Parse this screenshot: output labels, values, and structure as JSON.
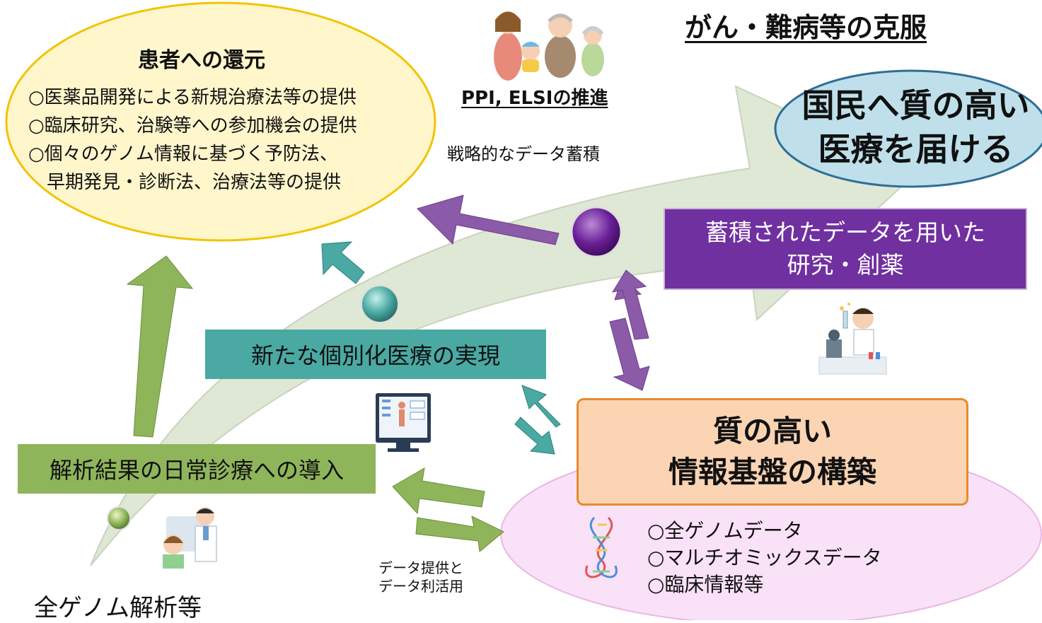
{
  "title": "がん・難病等の克服",
  "ppi_label": "PPI, ELSIの推進",
  "strategic_label": "戦略的なデータ蓄積",
  "patient": {
    "title": "患者への還元",
    "items": [
      "○医薬品開発による新規治療法等の提供",
      "○臨床研究、治験等への参加機会の提供",
      "○個々のゲノム情報に基づく予防法、",
      "　早期発見・診断法、治療法等の提供"
    ]
  },
  "nation": {
    "line1": "国民へ質の高い",
    "line2": "医療を届ける"
  },
  "research_box": {
    "line1": "蓄積されたデータを用いた",
    "line2": "研究・創薬"
  },
  "personalized_box": "新たな個別化医療の実現",
  "clinical_box": "解析結果の日常診療への導入",
  "infrastructure": {
    "line1": "質の高い",
    "line2": "情報基盤の構築",
    "items": [
      "○全ゲノムデータ",
      "○マルチオミックスデータ",
      "○臨床情報等"
    ]
  },
  "data_provision": {
    "line1": "データ提供と",
    "line2": "データ利活用"
  },
  "genome_label": "全ゲノム解析等",
  "colors": {
    "patient_ellipse_fill": "#fff6cc",
    "patient_ellipse_stroke": "#f2c400",
    "nation_ellipse_fill": "#bfe0ea",
    "nation_ellipse_stroke": "#2e6e96",
    "big_arrow_fill": "#dfe8d4",
    "infra_ellipse_fill": "#f9e1f7",
    "purple": "#7030a0",
    "teal": "#4aa9a3",
    "green": "#8fb55a",
    "orange_fill": "#fbd4b4",
    "orange_stroke": "#e88a2e"
  },
  "icons": [
    "family-icon",
    "scientist-icon",
    "monitor-icon",
    "doctor-patient-icon",
    "dna-icon",
    "purple-sphere-icon",
    "teal-sphere-icon",
    "green-sphere-icon"
  ]
}
